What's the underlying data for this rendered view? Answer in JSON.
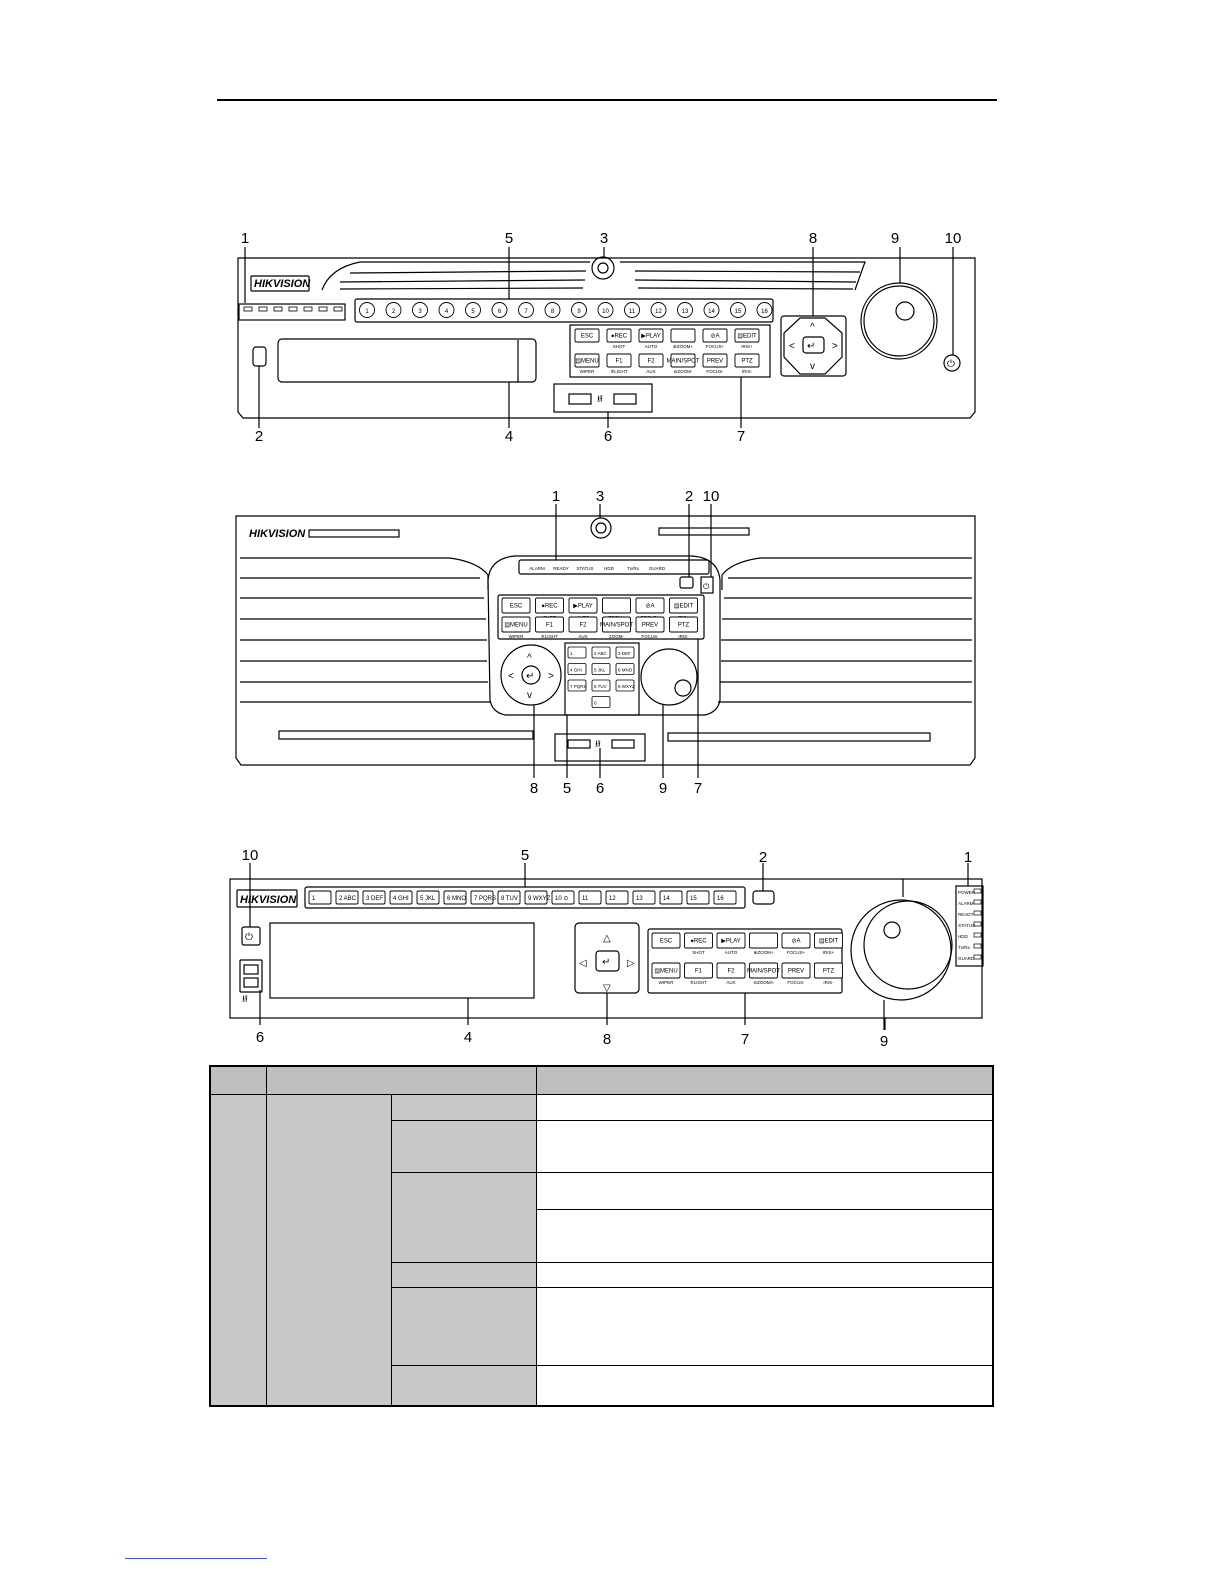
{
  "figures": {
    "fig1": {
      "brand": "HIKVISION",
      "callouts": [
        "1",
        "2",
        "3",
        "4",
        "5",
        "6",
        "7",
        "8",
        "9",
        "10"
      ],
      "channel_buttons": [
        "1",
        "2",
        "3",
        "4",
        "5",
        "6",
        "7",
        "8",
        "9",
        "10",
        "11",
        "12",
        "13",
        "14",
        "15",
        "16"
      ],
      "keys_top": [
        "ESC",
        "●REC",
        "▶PLAY",
        "",
        "⊘A",
        "▤EDIT"
      ],
      "keys_top_sub": [
        "",
        "SHOT",
        "AUTO",
        "⊕ZOOM+",
        "FOCUS+",
        "IRIS+"
      ],
      "keys_bottom": [
        "▤MENU",
        "F1",
        "F2",
        "MAIN/SPOT",
        "PREV",
        "PTZ"
      ],
      "keys_bottom_sub": [
        "WIPER",
        "✲LIGHT",
        "AUX",
        "⊖ZOOM-",
        "FOCUS-",
        "IRIS-"
      ]
    },
    "fig2": {
      "brand": "HIKVISION",
      "callouts": [
        "1",
        "3",
        "2",
        "10",
        "8",
        "5",
        "6",
        "9",
        "7"
      ],
      "status_labels": [
        "ALARM",
        "READY",
        "STATUS",
        "HDD",
        "Tx/Rx",
        "GUARD"
      ],
      "keys_top": [
        "ESC",
        "●REC",
        "▶PLAY",
        "",
        "⊘A",
        "▤EDIT"
      ],
      "keys_top_sub": [
        "",
        "SHOT",
        "AUTO",
        "ZOOM+",
        "FOCUS+",
        "IRIS+"
      ],
      "keys_bottom": [
        "▤MENU",
        "F1",
        "F2",
        "MAIN/SPOT",
        "PREV",
        "PTZ"
      ],
      "keys_bottom_sub": [
        "WIPER",
        "✲LIGHT",
        "AUX",
        "ZOOM-",
        "FOCUS-",
        "IRIS-"
      ],
      "numpad": [
        "1",
        "2 ABC",
        "3 DEF",
        "4 GHI",
        "5 JKL",
        "6 MNO",
        "7 PQRS",
        "8 TUV",
        "9 WXYZ",
        "0"
      ]
    },
    "fig3": {
      "brand": "HIKVISION",
      "callouts": [
        "10",
        "5",
        "2",
        "1",
        "6",
        "4",
        "8",
        "7",
        "9"
      ],
      "channel_buttons": [
        "1",
        "2 ABC",
        "3 DEF",
        "4 GHI",
        "5 JKL",
        "6 MNO",
        "7 PQRS",
        "8 TUV",
        "9 WXYZ",
        "10 ⊙",
        "11",
        "12",
        "13",
        "14",
        "15",
        "16"
      ],
      "status_labels": [
        "POWER",
        "ALARM",
        "READY",
        "STATUS",
        "HDD",
        "Tx/Rx",
        "GUARD"
      ],
      "keys_top": [
        "ESC",
        "●REC",
        "▶PLAY",
        "",
        "⊘A",
        "▤EDIT"
      ],
      "keys_top_sub": [
        "",
        "SHOT",
        "AUTO",
        "⊕ZOOM+",
        "FOCUS+",
        "IRIS+"
      ],
      "keys_bottom": [
        "▤MENU",
        "F1",
        "F2",
        "MAIN/SPOT",
        "PREV",
        "PTZ"
      ],
      "keys_bottom_sub": [
        "WIPER",
        "✲LIGHT",
        "AUX",
        "⊖ZOOMA",
        "FOCUS-",
        "IRIS-"
      ]
    }
  },
  "table": {
    "header": [
      "",
      "",
      ""
    ],
    "rows": 7
  }
}
